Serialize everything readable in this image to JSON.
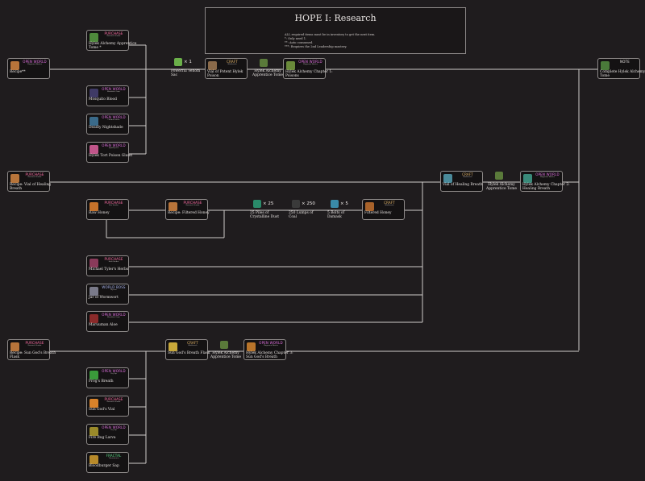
{
  "title": "HOPE I: Research",
  "notes": [
    "ALL required items must be in inventory to get the next item.",
    "*: Only need 1.",
    "**: Auto consumed.",
    "***: Requires the 2nd Leadership mastery."
  ],
  "nodes": {
    "recipe_top": {
      "tag": "OPEN WORLD",
      "loc": "Maguuma Wastes",
      "name": "Recipe**"
    },
    "hylek_tome_top": {
      "tag": "PURCHASE",
      "loc": "Research Vendor",
      "name": "Hylek Alchemy Apprentice Tome *"
    },
    "mosquito_blood": {
      "tag": "OPEN WORLD",
      "loc": "Bloodtide Coast",
      "name": "Mosquito Blood"
    },
    "deadly_nightshade": {
      "tag": "OPEN WORLD",
      "loc": "Caledon Forest",
      "name": "Deadly Nightshade"
    },
    "poison_gland": {
      "tag": "OPEN WORLD",
      "loc": "Sparkfly Fen",
      "name": "Hylek Tort Poison Gland"
    },
    "vial_poison": {
      "tag": "CRAFT",
      "loc": "Workbench",
      "name": "Vial of Potent Hylek Poison"
    },
    "chapter1": {
      "tag": "OPEN WORLD",
      "loc": "Maguuma Wastes",
      "name": "Hylek Alchemy Chapter 1: Poisons"
    },
    "complete_tome": {
      "tag": "NOTE",
      "loc": "",
      "name": "Complete Hylek Alchemy Tome"
    },
    "recipe_healing": {
      "tag": "PURCHASE",
      "loc": "Research Vendor",
      "name": "Recipe: Vial of Healing Breath"
    },
    "raw_honey": {
      "tag": "PURCHASE",
      "loc": "Bee Vendor",
      "name": "Raw Honey"
    },
    "recipe_honey": {
      "tag": "PURCHASE",
      "loc": "Research Vendor",
      "name": "Recipe: Filtered Honey"
    },
    "filtered_honey": {
      "tag": "CRAFT",
      "loc": "Workbench",
      "name": "Filtered Honey"
    },
    "vial_healing": {
      "tag": "CRAFT",
      "loc": "Workbench",
      "name": "Vial of Healing Breath"
    },
    "chapter2": {
      "tag": "OPEN WORLD",
      "loc": "Maguuma Wastes",
      "name": "Hylek Alchemy Chapter 2: Healing Breath"
    },
    "tyler_herbs": {
      "tag": "PURCHASE",
      "loc": "Herb Vendor",
      "name": "Michael Tyler's Herbs"
    },
    "wormwort": {
      "tag": "WORLD BOSS",
      "loc": "Wyvern",
      "name": "Jar of Wormwort"
    },
    "aloe": {
      "tag": "OPEN WORLD",
      "loc": "Bloodtide Coast",
      "name": "Maruuman Aloe"
    },
    "recipe_flask": {
      "tag": "PURCHASE",
      "loc": "Research Vendor",
      "name": "Recipe: Sun God's Breath Flask"
    },
    "flask": {
      "tag": "CRAFT",
      "loc": "Workbench",
      "name": "Sun God's Breath Flask"
    },
    "chapter3": {
      "tag": "OPEN WORLD",
      "loc": "Maguuma Wastes",
      "name": "Hylek Alchemy Chapter 3: Sun God's Breath"
    },
    "frogs_breath": {
      "tag": "OPEN WORLD",
      "loc": "Dry Top",
      "name": "Frog's Breath"
    },
    "sun_vial": {
      "tag": "PURCHASE",
      "loc": "Research Vendor",
      "name": "Sun God's Vial"
    },
    "fire_larva": {
      "tag": "OPEN WORLD",
      "loc": "Dry Top",
      "name": "Fire Bug Larva"
    },
    "sap": {
      "tag": "FRACTAL",
      "loc": "Thaumanova",
      "name": "Bloodburger Sap"
    }
  },
  "inline": {
    "venom_sac": {
      "qty": "× 1",
      "name": "Powerful Venom Sac"
    },
    "tome_a": {
      "name": "Hylek Alchemy Apprentice Tome"
    },
    "tome_b": {
      "name": "Hylek Alchemy Apprentice Tome"
    },
    "tome_c": {
      "name": "Hylek Alchemy Apprentice Tome"
    },
    "dust": {
      "qty": "× 25",
      "name": "25 Piles of Crystalline Dust"
    },
    "coal": {
      "qty": "× 250",
      "name": "250 Lumps of Coal"
    },
    "damask": {
      "qty": "× 5",
      "name": "5 Bolts of Damask"
    }
  },
  "colors": {
    "purchase": "#ff6fa6",
    "open_world": "#e070e0",
    "craft": "#e8b86a",
    "world_boss": "#aab6f0",
    "fractal": "#5ee08a",
    "wire": "#cfcbca"
  }
}
